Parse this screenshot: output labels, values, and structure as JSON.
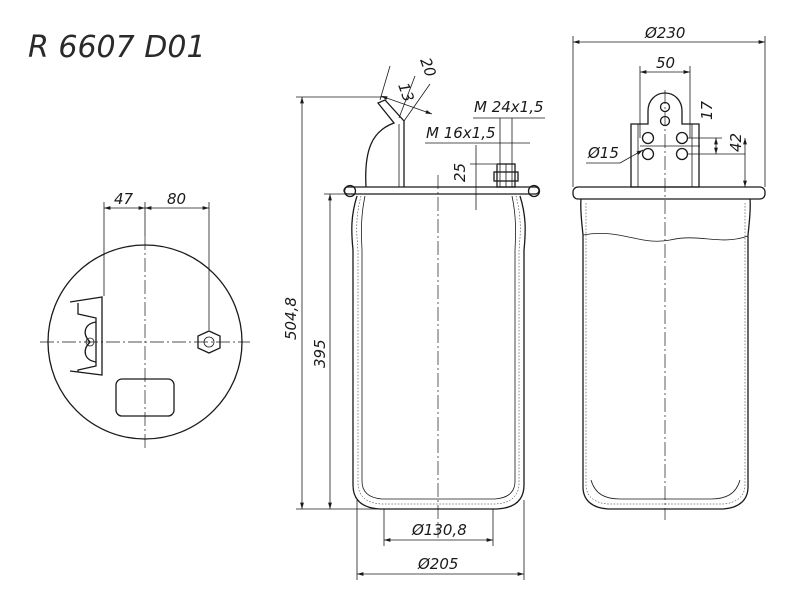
{
  "drawing": {
    "part_number": "R 6607 D01",
    "dimensions": {
      "top_offset": "47",
      "top_hole_spacing": "80",
      "overall_height": "504,8",
      "body_height": "395",
      "bracket_w1": "13",
      "bracket_w2": "20",
      "thread_large": "M 24x1,5",
      "thread_small": "M 16x1,5",
      "fitting_height": "25",
      "bottom_diameter": "Ø130,8",
      "body_diameter": "Ø205",
      "top_diameter": "Ø230",
      "bracket_width": "50",
      "bracket_h1": "17",
      "bracket_h2": "42",
      "hole_diameter": "Ø15"
    }
  }
}
